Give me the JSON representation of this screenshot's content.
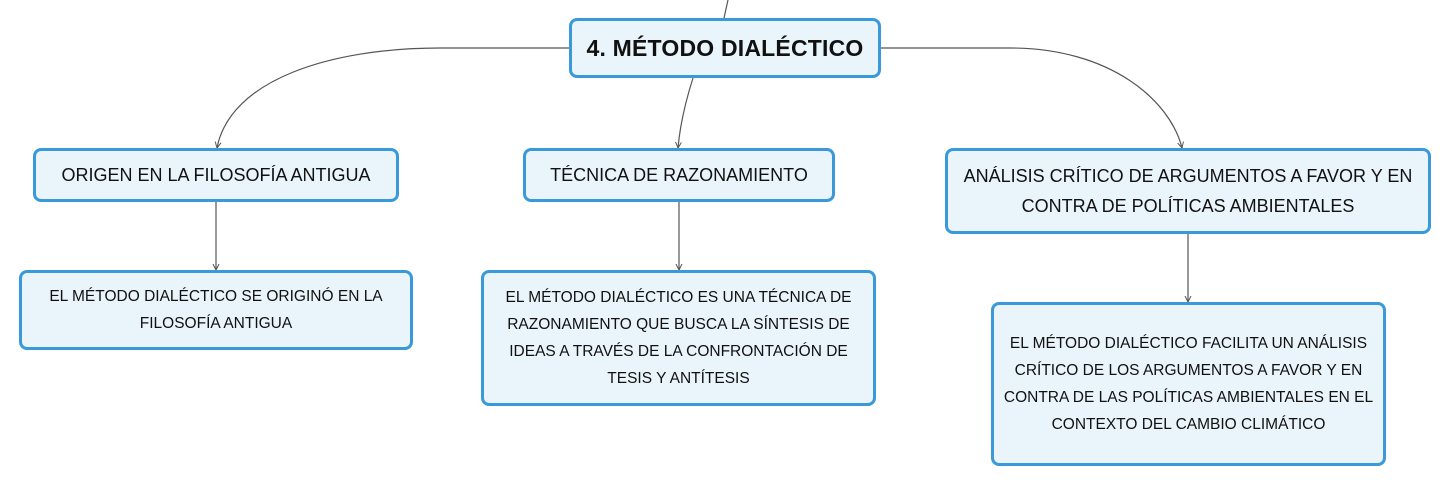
{
  "root": {
    "title": "4. MÉTODO DIALÉCTICO"
  },
  "branches": [
    {
      "label": "ORIGEN EN LA FILOSOFÍA ANTIGUA",
      "detail": "EL MÉTODO DIALÉCTICO SE ORIGINÓ EN LA FILOSOFÍA ANTIGUA"
    },
    {
      "label": "TÉCNICA DE RAZONAMIENTO",
      "detail": "EL MÉTODO DIALÉCTICO ES UNA TÉCNICA DE RAZONAMIENTO QUE BUSCA LA SÍNTESIS DE IDEAS A TRAVÉS DE LA CONFRONTACIÓN DE TESIS Y ANTÍTESIS"
    },
    {
      "label": "ANÁLISIS CRÍTICO DE ARGUMENTOS A FAVOR Y EN CONTRA DE POLÍTICAS AMBIENTALES",
      "detail": "EL MÉTODO DIALÉCTICO FACILITA UN ANÁLISIS CRÍTICO DE LOS ARGUMENTOS A FAVOR Y EN CONTRA DE LAS POLÍTICAS AMBIENTALES EN EL CONTEXTO DEL CAMBIO CLIMÁTICO"
    }
  ],
  "colors": {
    "node_border": "#3a9ad9",
    "node_fill": "#eaf4fb",
    "connector": "#555555"
  }
}
